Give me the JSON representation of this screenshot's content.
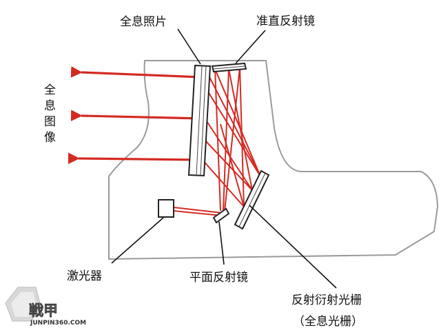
{
  "labels": {
    "hologram_photo": "全息照片",
    "collimating_mirror": "准直反射镜",
    "holographic_image": [
      "全",
      "息",
      "图",
      "像"
    ],
    "laser": "激光器",
    "plane_mirror": "平面反射镜",
    "grating": "反射衍射光栅",
    "grating_note": "（全息光栅）"
  },
  "watermark": {
    "logo_text": "戦甲",
    "site": "JUNPIN360.COM"
  },
  "colors": {
    "beam": "#d42a22",
    "outline": "#9a9a9a",
    "component": "#222222",
    "leader": "#111111"
  }
}
